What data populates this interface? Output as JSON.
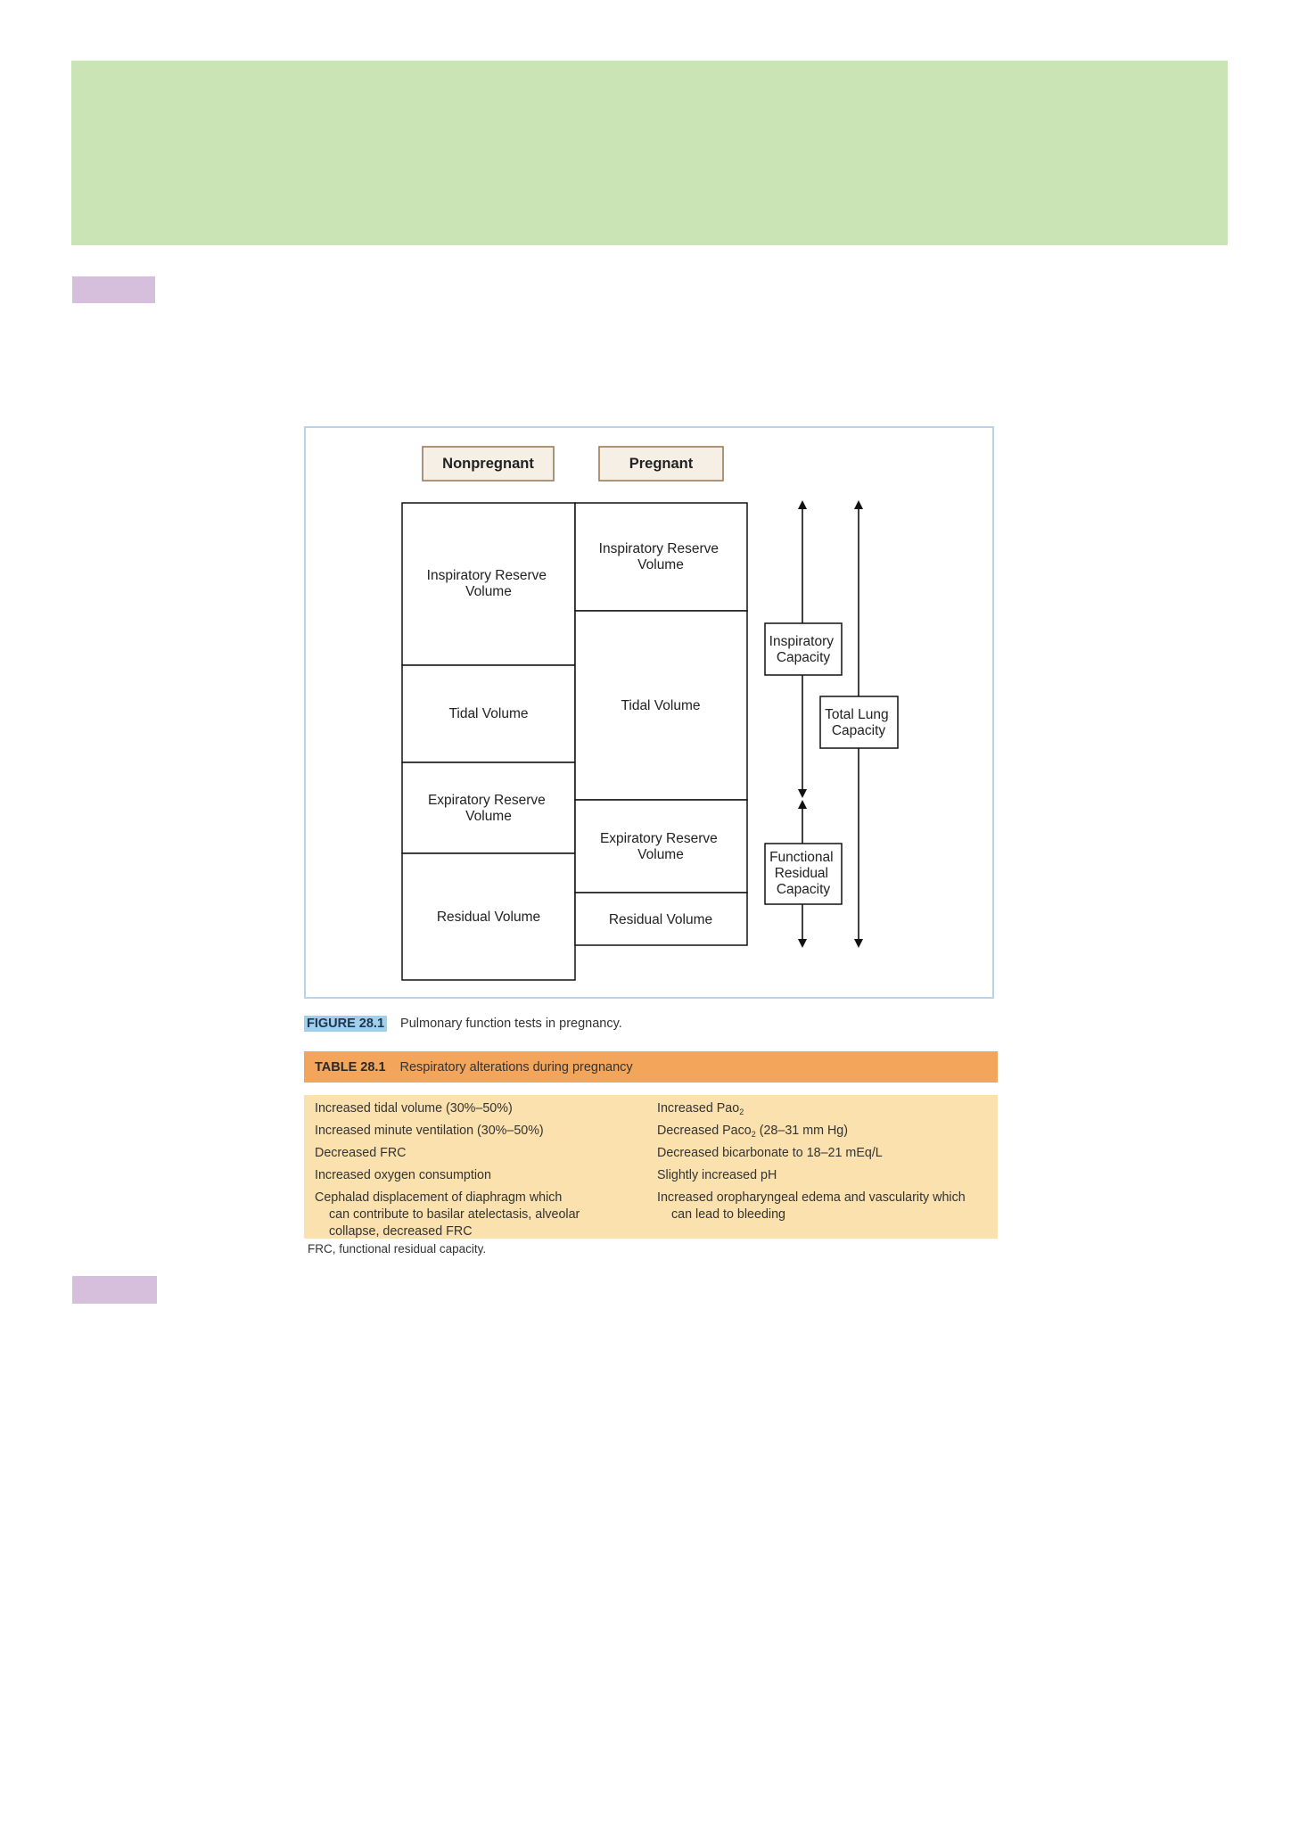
{
  "figure": {
    "headers": {
      "nonpregnant": "Nonpregnant",
      "pregnant": "Pregnant"
    },
    "nonpregnant_blocks": [
      [
        "Inspiratory Reserve",
        "Volume"
      ],
      [
        "Tidal Volume"
      ],
      [
        "Expiratory Reserve",
        "Volume"
      ],
      [
        "Residual Volume"
      ]
    ],
    "pregnant_blocks": [
      [
        "Inspiratory Reserve",
        "Volume"
      ],
      [
        "Tidal Volume"
      ],
      [
        "Expiratory Reserve",
        "Volume"
      ],
      [
        "Residual Volume"
      ]
    ],
    "capacities": {
      "inspiratory": [
        "Inspiratory",
        "Capacity"
      ],
      "total_lung": [
        "Total Lung",
        "Capacity"
      ],
      "functional_residual": [
        "Functional",
        "Residual",
        "Capacity"
      ]
    },
    "caption_label": "FIGURE 28.1",
    "caption_text": "Pulmonary function tests in pregnancy."
  },
  "table": {
    "label": "TABLE 28.1",
    "title": "Respiratory alterations during pregnancy",
    "left_column": [
      {
        "lines": [
          "Increased tidal volume (30%–50%)"
        ]
      },
      {
        "lines": [
          "Increased minute ventilation (30%–50%)"
        ]
      },
      {
        "lines": [
          "Decreased FRC"
        ]
      },
      {
        "lines": [
          "Increased oxygen consumption"
        ]
      },
      {
        "lines": [
          "Cephalad displacement of diaphragm which",
          "can contribute to basilar atelectasis, alveolar",
          "collapse, decreased FRC"
        ]
      }
    ],
    "right_column": [
      {
        "pre": "Increased Pa",
        "chem": "o",
        "sub": "2",
        "post": ""
      },
      {
        "pre": "Decreased Pa",
        "chem": "co",
        "sub": "2",
        "post": " (28–31 mm Hg)"
      },
      {
        "lines": [
          "Decreased bicarbonate to 18–21 mEq/L"
        ]
      },
      {
        "lines": [
          "Slightly increased pH"
        ]
      },
      {
        "lines": [
          "Increased oropharyngeal edema and vascularity which",
          "can lead to bleeding"
        ]
      }
    ],
    "footnote": "FRC, functional residual capacity."
  }
}
